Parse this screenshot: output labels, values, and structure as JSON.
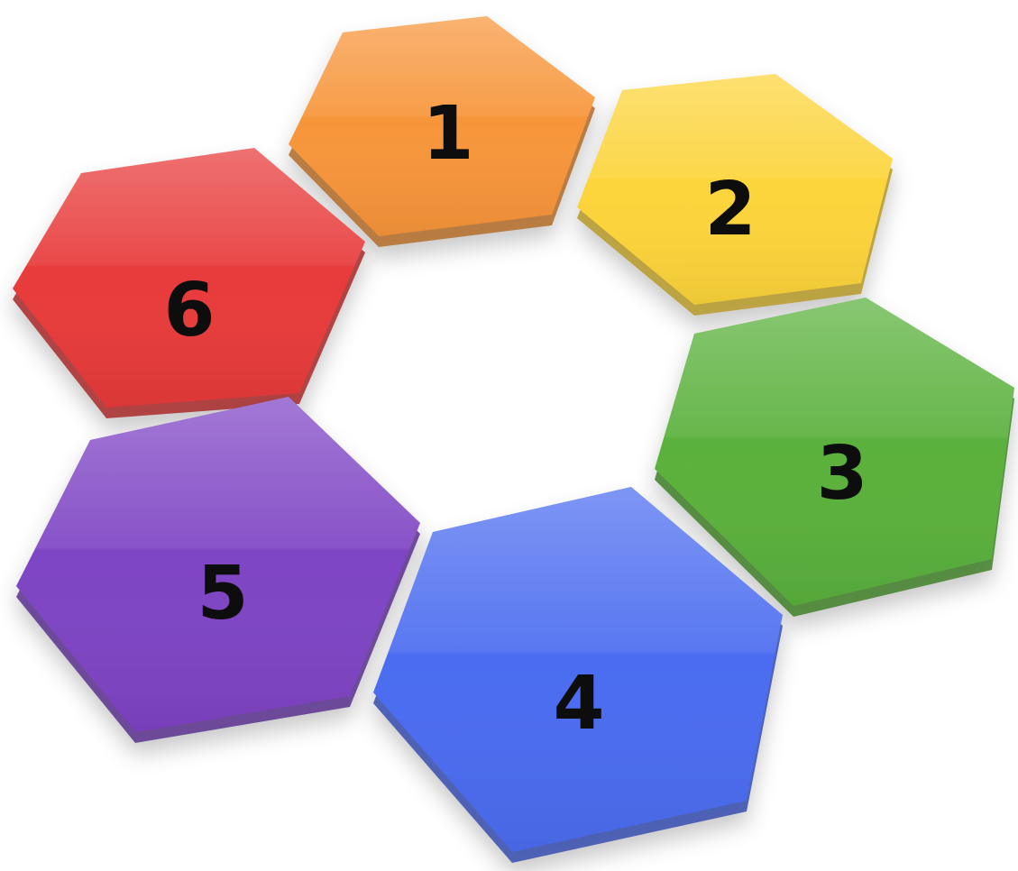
{
  "segments": [
    {
      "id": "seg-1",
      "label": "1",
      "color": "#F7953A"
    },
    {
      "id": "seg-2",
      "label": "2",
      "color": "#FCD43A"
    },
    {
      "id": "seg-3",
      "label": "3",
      "color": "#5AB13C"
    },
    {
      "id": "seg-4",
      "label": "4",
      "color": "#4B6CF0"
    },
    {
      "id": "seg-5",
      "label": "5",
      "color": "#7E44C4"
    },
    {
      "id": "seg-6",
      "label": "6",
      "color": "#E83A3A"
    }
  ]
}
